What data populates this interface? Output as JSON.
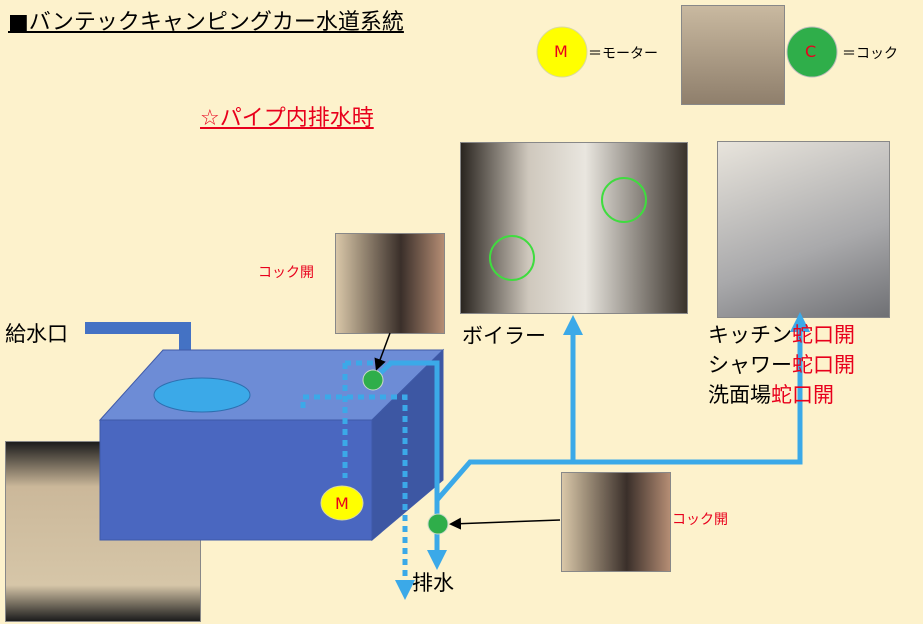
{
  "title": "■バンテックキャンピングカー水道系統",
  "subtitle": "☆パイプ内排水時",
  "legend": {
    "motor_symbol": "M",
    "motor_label": "＝モーター",
    "cock_symbol": "C",
    "cock_label": "＝コック"
  },
  "labels": {
    "inlet": "給水口",
    "boiler": "ボイラー",
    "drain": "排水",
    "cock_open_1": "コック開",
    "cock_open_2": "コック開",
    "motor": "M"
  },
  "faucets": [
    {
      "place": "キッチン",
      "state": "蛇口開"
    },
    {
      "place": "シャワー",
      "state": "蛇口開"
    },
    {
      "place": "洗面場",
      "state": "蛇口開"
    }
  ],
  "colors": {
    "pipe": "#3ba9e8",
    "tank": "#4a67c0",
    "cock": "#2fae4a",
    "motor": "#ffff00",
    "accent_red": "#e8001c"
  }
}
